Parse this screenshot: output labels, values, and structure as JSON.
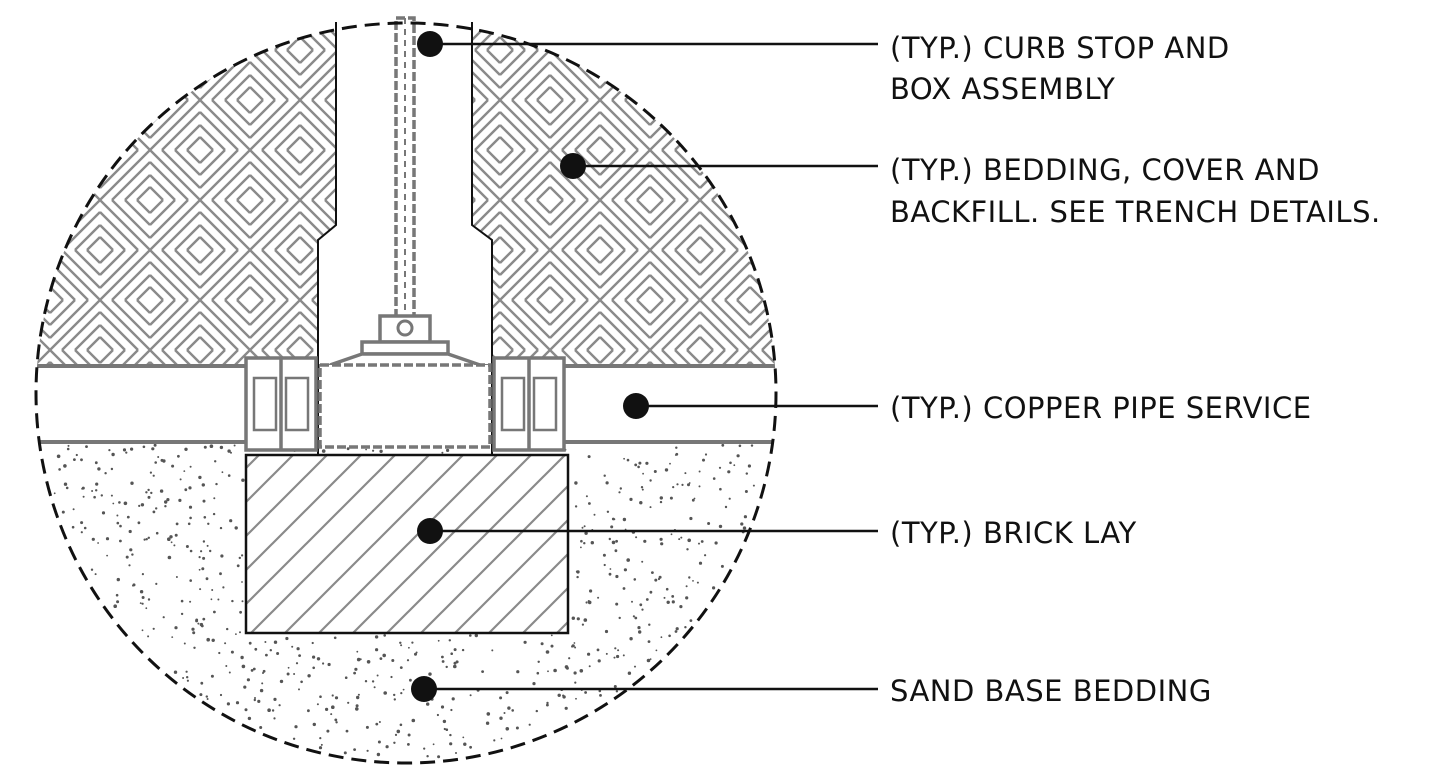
{
  "callouts": {
    "curb_stop": [
      "(TYP.) CURB STOP AND",
      "BOX ASSEMBLY"
    ],
    "bedding": [
      "(TYP.) BEDDING, COVER AND",
      "BACKFILL. SEE TRENCH DETAILS."
    ],
    "copper_pipe": [
      "(TYP.) COPPER PIPE SERVICE"
    ],
    "brick": [
      "(TYP.) BRICK LAY"
    ],
    "sand": [
      "SAND BASE BEDDING"
    ]
  },
  "colors": {
    "line": "#111111",
    "hatch": "#8a8a8a",
    "pipe": "#777777",
    "background": "#ffffff"
  }
}
